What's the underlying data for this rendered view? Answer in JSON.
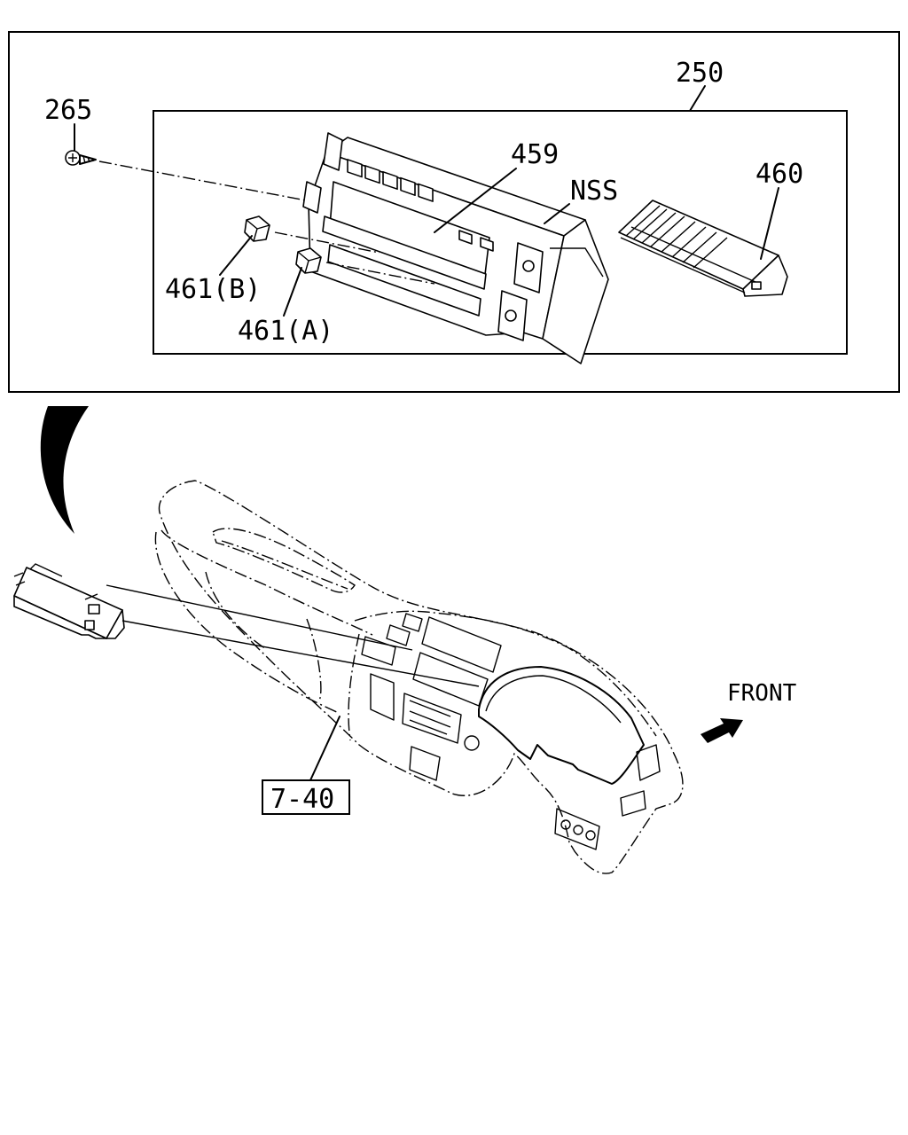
{
  "labels": {
    "assembly": "250",
    "screw": "265",
    "control_unit": "459",
    "nss": "NSS",
    "module": "460",
    "knob_b": "461(B)",
    "knob_a": "461(A)",
    "reference": "7-40",
    "direction": "FRONT"
  }
}
